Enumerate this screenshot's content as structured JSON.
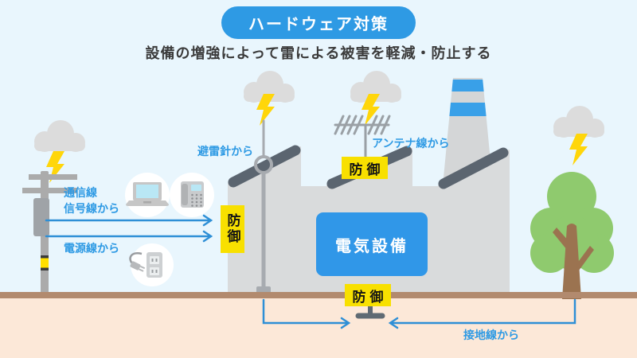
{
  "title": "ハードウェア対策",
  "subtitle": "設備の増強によって雷による被害を軽減・防止する",
  "labels": {
    "comm_line_1": "通信線",
    "comm_line_2": "信号線から",
    "power_line": "電源線から",
    "lightning_rod": "避雷針から",
    "antenna_line": "アンテナ線から",
    "ground_line": "接地線から"
  },
  "badge_defense": "防御",
  "equipment_box_label": "電気設備",
  "icons": {
    "storm_cloud": "cloud-with-lightning-icon",
    "laptop": "laptop-icon",
    "phone": "desk-phone-icon",
    "outlet": "power-plug-icon",
    "antenna": "tv-antenna-icon",
    "lightning_rod": "lightning-rod-icon",
    "utility_pole": "utility-pole-icon",
    "factory": "factory-icon",
    "smokestack": "smokestack-icon",
    "tree": "tree-icon",
    "ground_rod": "ground-rod-icon"
  },
  "colors": {
    "accent_blue": "#2E9AE4",
    "arrow_blue": "#2E8FD6",
    "badge_yellow": "#F8E000",
    "sky": "#E9F6FD",
    "ground": "#FCE8D8",
    "ground_band": "#B28A6E",
    "factory_gray": "#D9DBDC",
    "roof_dark": "#5B6570",
    "lightning_yellow": "#FFD60A",
    "tree_green": "#8FCA6E",
    "trunk_brown": "#9B7350"
  }
}
